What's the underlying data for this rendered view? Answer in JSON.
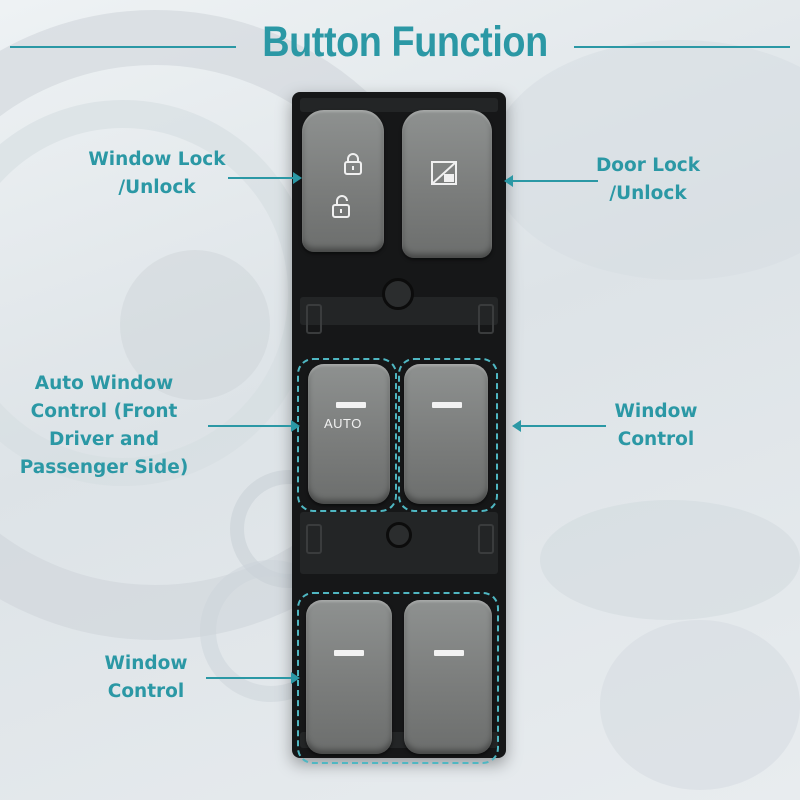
{
  "title": "Button Function",
  "colors": {
    "accent": "#2b98a5",
    "dashed_outline": "#4fb7c2",
    "panel": "#161718",
    "button": "#7b7d7c"
  },
  "labels": {
    "window_lock": {
      "line1": "Window Lock",
      "line2": "/Unlock"
    },
    "door_lock": {
      "line1": "Door Lock",
      "line2": "/Unlock"
    },
    "auto_window": {
      "line1": "Auto Window",
      "line2": "Control (Front",
      "line3": "Driver and",
      "line4": "Passenger Side)"
    },
    "window_control_right": {
      "line1": "Window",
      "line2": "Control"
    },
    "window_control_bottom": {
      "line1": "Window",
      "line2": "Control"
    }
  },
  "switch": {
    "auto_button_text": "AUTO",
    "icons": [
      "lock-closed-icon",
      "lock-open-icon",
      "door-lock-icon"
    ]
  }
}
